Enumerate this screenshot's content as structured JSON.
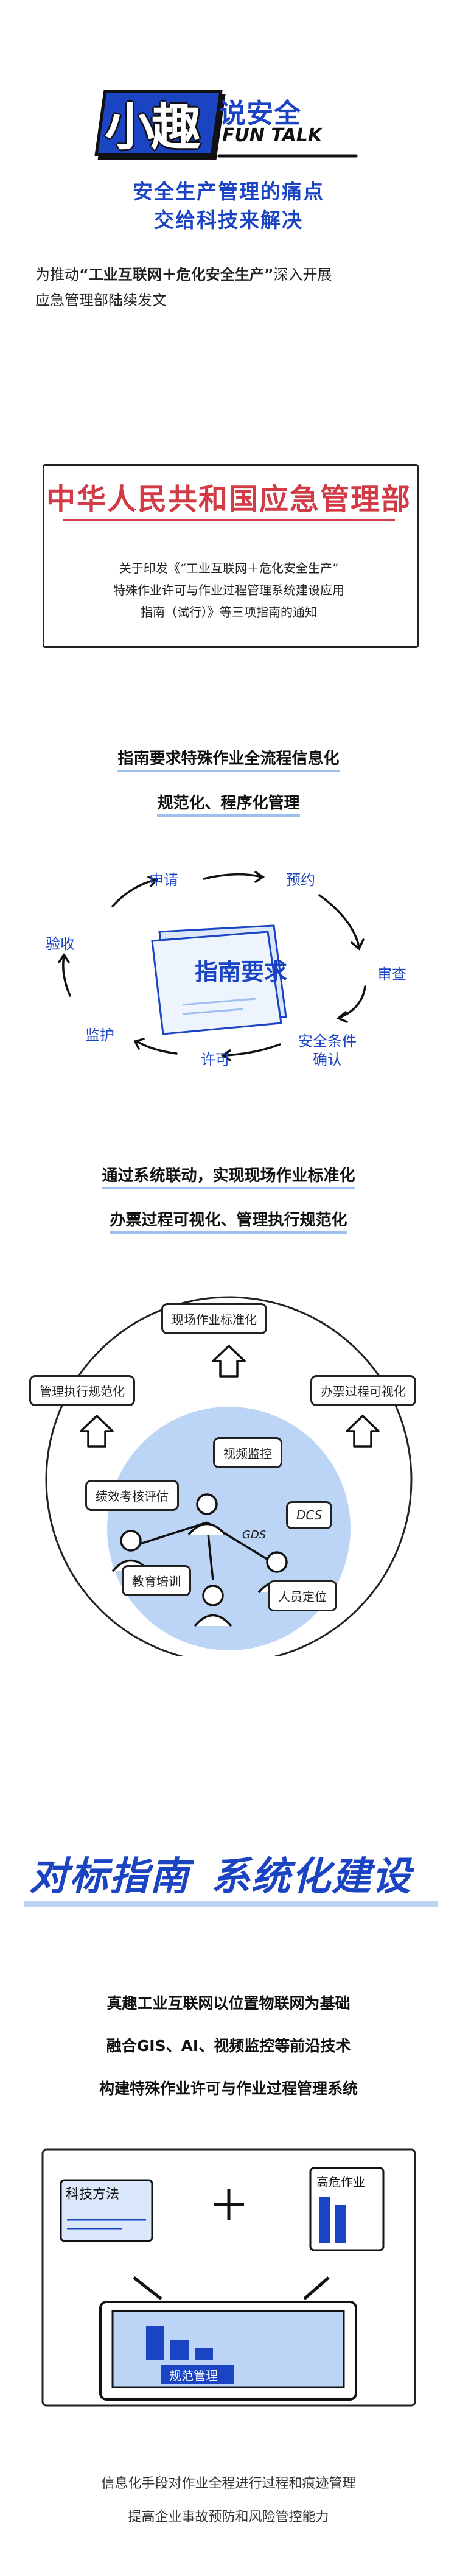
{
  "header": {
    "logo_main": "小趣",
    "logo_say": "说安全",
    "logo_en": "FUN TALK",
    "subtitle_line1": "安全生产管理的痛点",
    "subtitle_line2": "交给科技来解决"
  },
  "intro": {
    "prefix": "为推动",
    "quote": "“工业互联网＋危化安全生产”",
    "suffix": "深入开展",
    "line2": "应急管理部陆续发文"
  },
  "document": {
    "title": "中华人民共和国应急管理部",
    "line1": "关于印发《“工业互联网＋危化安全生产”",
    "line2": "特殊作业许可与作业过程管理系统建设应用",
    "line3": "指南（试行）》等三项指南的通知"
  },
  "section1": {
    "line1": "指南要求特殊作业全流程信息化",
    "line2": "规范化、程序化管理",
    "center_label": "指南要求",
    "nodes": {
      "apply": "申请",
      "reserve": "预约",
      "review": "审查",
      "confirm_a": "安全条件",
      "confirm_b": "确认",
      "permit": "许可",
      "monitor": "监护",
      "accept": "验收"
    }
  },
  "section2": {
    "line1": "通过系统联动，实现现场作业标准化",
    "line2": "办票过程可视化、管理执行规范化",
    "top": "现场作业标准化",
    "left": "管理执行规范化",
    "right": "办票过程可视化",
    "video": "视频监控",
    "perf": "绩效考核评估",
    "dcs": "DCS",
    "gds": "GDS",
    "edu": "教育培训",
    "locate": "人员定位"
  },
  "banner": {
    "part1": "对标指南",
    "part2": "系统化建设"
  },
  "section3": {
    "line1": "真趣工业互联网以位置物联网为基础",
    "line2": "融合GIS、AI、视频监控等前沿技术",
    "line3": "构建特殊作业许可与作业过程管理系统",
    "card_left": "科技方法",
    "card_right": "高危作业",
    "screen": "规范管理"
  },
  "footer": {
    "line1": "信息化手段对作业全程进行过程和痕迹管理",
    "line2": "提高企业事故预防和风险管控能力"
  },
  "colors": {
    "brand_blue": "#1a44c2",
    "light_blue": "#bcd4f5",
    "doc_red": "#d23a45"
  }
}
